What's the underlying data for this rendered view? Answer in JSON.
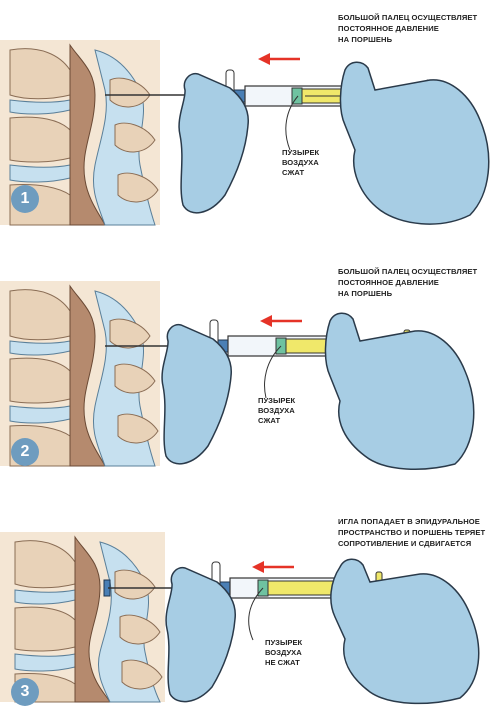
{
  "panels": [
    {
      "step": "1",
      "caption": [
        "БОЛЬШОЙ ПАЛЕЦ ОСУЩЕСТВЛЯЕТ",
        "ПОСТОЯННОЕ ДАВЛЕНИЕ",
        "НА ПОРШЕНЬ"
      ],
      "bubble_label": [
        "ПУЗЫРЕК",
        "ВОЗДУХА",
        "СЖАТ"
      ]
    },
    {
      "step": "2",
      "caption": [
        "БОЛЬШОЙ ПАЛЕЦ ОСУЩЕСТВЛЯЕТ",
        "ПОСТОЯННОЕ ДАВЛЕНИЕ",
        "НА ПОРШЕНЬ"
      ],
      "bubble_label": [
        "ПУЗЫРЕК",
        "ВОЗДУХА",
        "СЖАТ"
      ]
    },
    {
      "step": "3",
      "caption": [
        "ИГЛА ПОПАДАЕТ В ЭПИДУРАЛЬНОЕ",
        "ПРОСТРАНСТВО И ПОРШЕНЬ ТЕРЯЕТ",
        "СОПРОТИВЛЕНИЕ И СДВИГАЕТСЯ"
      ],
      "bubble_label": [
        "ПУЗЫРЕК",
        "ВОЗДУХА",
        "НЕ СЖАТ"
      ]
    }
  ],
  "colors": {
    "glove": "#a7cde4",
    "glove_outline": "#2a3a4a",
    "spine_tan": "#e8d2b8",
    "spine_brown": "#b58a6e",
    "disc_blue": "#c6e0ef",
    "plunger_yellow": "#f0e86a",
    "arrow_red": "#e53327",
    "badge_blue": "#6e9cbf"
  },
  "icons": [
    "direction-arrow-left-icon"
  ]
}
